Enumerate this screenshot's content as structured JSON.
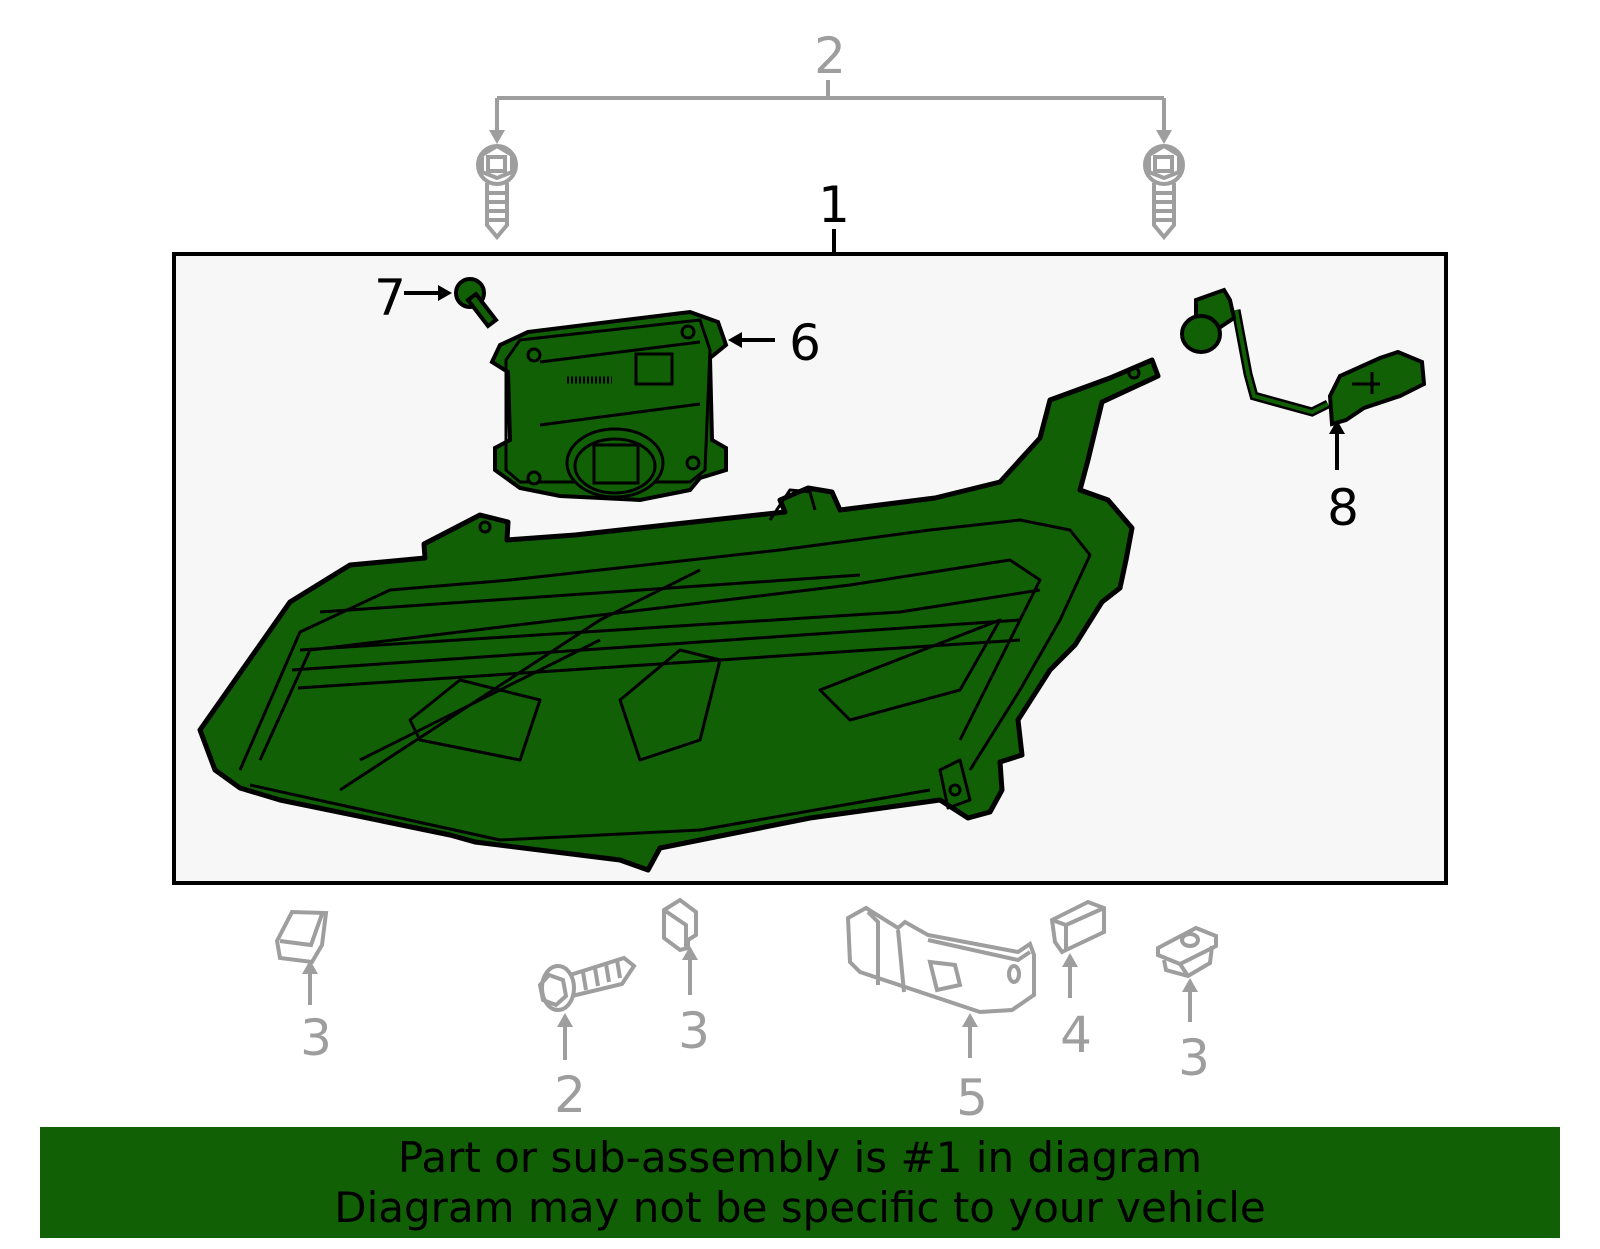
{
  "diagram": {
    "title": "Headlamp assembly parts diagram",
    "colors": {
      "highlight_fill": "#116006",
      "outline": "#000000",
      "secondary_parts": "#9e9e9e",
      "box_fill": "#f7f7f7"
    },
    "callouts": [
      {
        "id": "c1",
        "label": "1",
        "part": "headlamp-assembly",
        "highlighted": true
      },
      {
        "id": "c2-top",
        "label": "2",
        "part": "upper-mounting-screws",
        "highlighted": false
      },
      {
        "id": "c2-bottom",
        "label": "2",
        "part": "lower-mounting-screw",
        "highlighted": false
      },
      {
        "id": "c3-a",
        "label": "3",
        "part": "clip",
        "highlighted": false
      },
      {
        "id": "c3-b",
        "label": "3",
        "part": "clip",
        "highlighted": false
      },
      {
        "id": "c3-c",
        "label": "3",
        "part": "clip",
        "highlighted": false
      },
      {
        "id": "c4",
        "label": "4",
        "part": "clip",
        "highlighted": false
      },
      {
        "id": "c5",
        "label": "5",
        "part": "bracket",
        "highlighted": false
      },
      {
        "id": "c6",
        "label": "6",
        "part": "control-module",
        "highlighted": true
      },
      {
        "id": "c7",
        "label": "7",
        "part": "module-screw",
        "highlighted": true
      },
      {
        "id": "c8",
        "label": "8",
        "part": "bulb-socket-harness",
        "highlighted": true
      }
    ]
  },
  "banner": {
    "line1": "Part or sub-assembly is #1 in diagram",
    "line2": "Diagram may not be specific to your vehicle",
    "background": "#116006"
  }
}
